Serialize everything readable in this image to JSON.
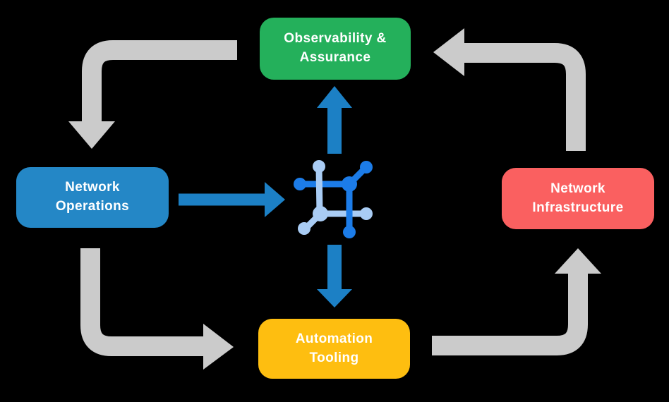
{
  "diagram": {
    "background": "#000000",
    "nodes": [
      {
        "id": "observability-assurance",
        "label": "Observability &\nAssurance",
        "color": "#24B05B"
      },
      {
        "id": "network-operations",
        "label": "Network\nOperations",
        "color": "#2487C6"
      },
      {
        "id": "network-infrastructure",
        "label": "Network\nInfrastructure",
        "color": "#FA6060"
      },
      {
        "id": "automation-tooling",
        "label": "Automation\nTooling",
        "color": "#FEBE10"
      }
    ],
    "colors": {
      "cycle_arrow": "#CBCBCB",
      "flow_arrow": "#1C80C5",
      "hub_icon_primary": "#1C7CE8",
      "hub_icon_light": "#A9CCF4",
      "node_text": "#FFFFFF"
    },
    "arrows": {
      "cycle": [
        {
          "from": "Observability & Assurance",
          "to": "Network Operations"
        },
        {
          "from": "Network Operations",
          "to": "Automation Tooling"
        },
        {
          "from": "Automation Tooling",
          "to": "Network Infrastructure"
        },
        {
          "from": "Network Infrastructure",
          "to": "Observability & Assurance"
        }
      ],
      "hub": [
        {
          "from": "Network Operations",
          "to": "network-mesh-hub"
        },
        {
          "from": "network-mesh-hub",
          "to": "Observability & Assurance"
        },
        {
          "from": "network-mesh-hub",
          "to": "Automation Tooling"
        }
      ]
    },
    "hub_icon": "network-mesh-icon"
  }
}
